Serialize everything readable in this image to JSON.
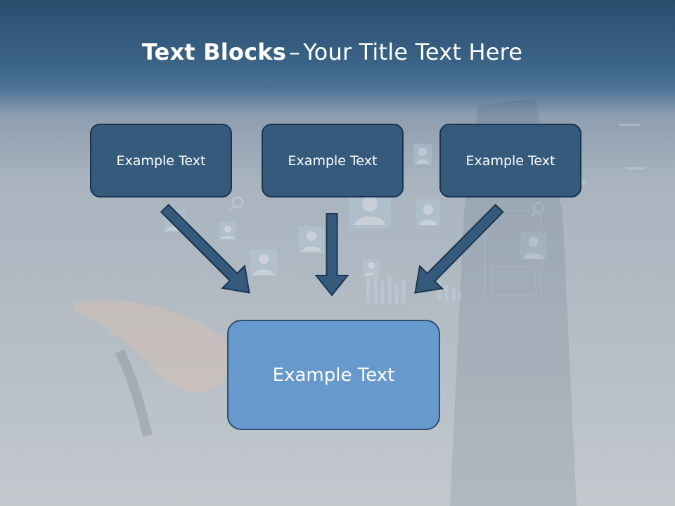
{
  "title": {
    "bold": "Text Blocks",
    "dash": "–",
    "rest": "Your Title Text Here"
  },
  "boxes": {
    "top_left": "Example Text",
    "top_center": "Example Text",
    "top_right": "Example Text",
    "bottom": "Example Text"
  },
  "colors": {
    "top_box_fill": "#355a7c",
    "bottom_box_fill": "#6799cc",
    "arrow_fill": "#355a7c",
    "header_band": "#2b4d6d"
  }
}
